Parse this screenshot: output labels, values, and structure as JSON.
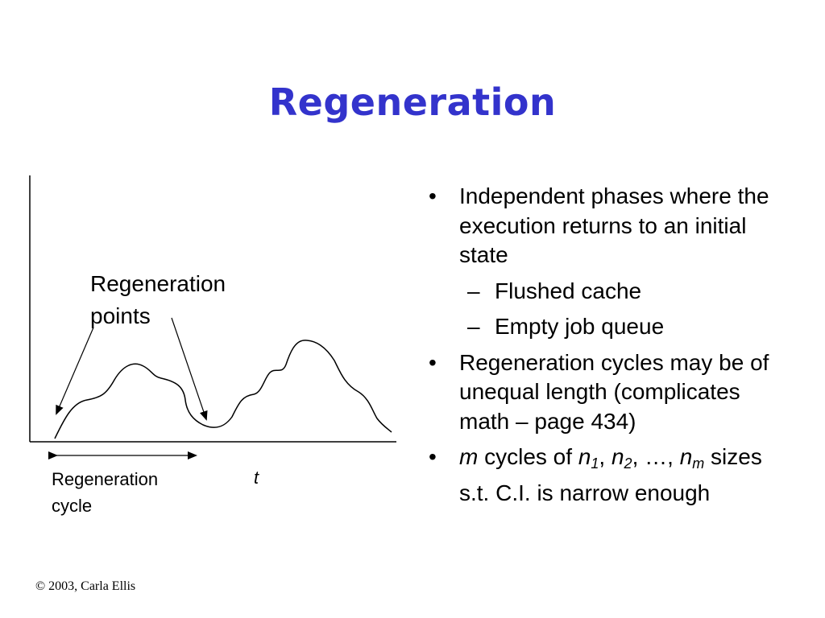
{
  "title": "Regeneration",
  "diagram": {
    "label_points_line1": "Regeneration",
    "label_points_line2": "points",
    "label_cycle_line1": "Regeneration",
    "label_cycle_line2": "cycle",
    "label_t": "t"
  },
  "bullets": {
    "b1": "Independent phases where the execution returns to an initial state",
    "b1_subs": [
      "Flushed cache",
      "Empty job queue"
    ],
    "b2": "Regeneration cycles may be of unequal length (complicates math – page 434)",
    "b3": {
      "m": "m",
      "t1": " cycles of ",
      "n": "n",
      "sub1": "1",
      "sub2": "2",
      "subm": "m",
      "sep": ", ",
      "ellipsis": ", …, ",
      "tail": " sizes s.t. C.I. is narrow enough"
    }
  },
  "bullet_marker": "•",
  "sub_marker": "–",
  "footer": "© 2003, Carla Ellis",
  "colors": {
    "title": "#3333cc"
  }
}
